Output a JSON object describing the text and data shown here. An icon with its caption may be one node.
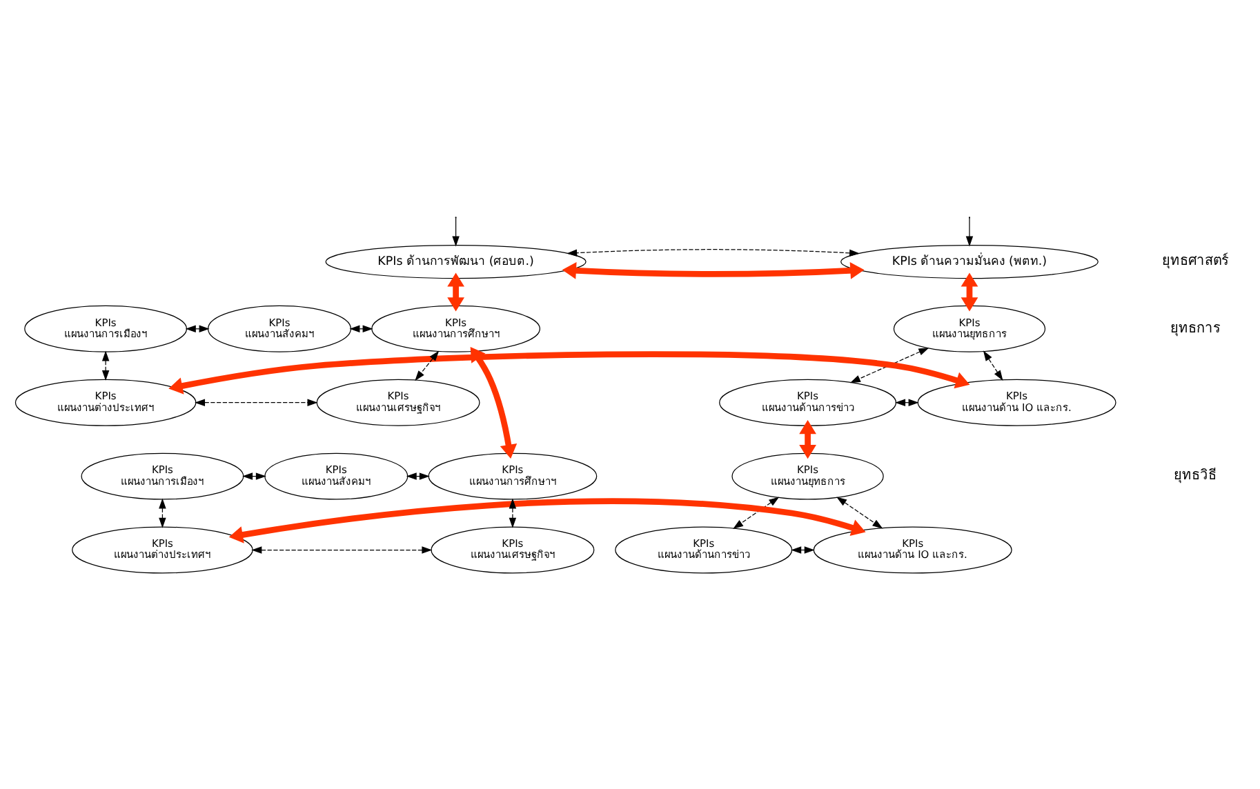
{
  "diagram": {
    "nodes": [
      {
        "text": [
          "KPIs ด้านความมั่นคง (พตท.)"
        ]
      },
      {
        "text": [
          "KPIs ด้านการพัฒนา (ศอบต.)"
        ]
      },
      {
        "text": [
          "KPIs",
          "แผนงานยุทธการ"
        ]
      },
      {
        "text": [
          "KPIs",
          "แผนงานด้านการข่าว"
        ]
      },
      {
        "text": [
          "KPIs",
          "แผนงานด้าน IO และกร."
        ]
      },
      {
        "text": [
          "KPIs",
          "แผนงานการเมืองฯ"
        ]
      },
      {
        "text": [
          "KPIs",
          "แผนงานสังคมฯ"
        ]
      },
      {
        "text": [
          "KPIs",
          "แผนงานการศึกษาฯ"
        ]
      },
      {
        "text": [
          "KPIs",
          "แผนงานต่างประเทศฯ"
        ]
      },
      {
        "text": [
          "KPIs",
          "แผนงานเศรษฐกิจฯ"
        ]
      },
      {
        "text": [
          "KPIs",
          "แผนงานยุทธการ"
        ]
      },
      {
        "text": [
          "KPIs",
          "แผนงานด้านการข่าว"
        ]
      },
      {
        "text": [
          "KPIs",
          "แผนงานด้าน IO และกร."
        ]
      },
      {
        "text": [
          "KPIs",
          "แผนงานการเมืองฯ"
        ]
      },
      {
        "text": [
          "KPIs",
          "แผนงานสังคมฯ"
        ]
      },
      {
        "text": [
          "KPIs",
          "แผนงานการศึกษาฯ"
        ]
      },
      {
        "text": [
          "KPIs",
          "แผนงานต่างประเทศฯ"
        ]
      },
      {
        "text": [
          "KPIs",
          "แผนงานเศรษฐกิจฯ"
        ]
      }
    ],
    "edges": [
      {
        "from": 0,
        "to": 1,
        "arrow": "both",
        "style": "thick",
        "color": "#ff3300"
      },
      {
        "from": 0,
        "to": 1,
        "arrow": "both",
        "style": "dashed"
      },
      {
        "from": null,
        "to": 0,
        "arrow": "to"
      },
      {
        "from": null,
        "to": 1,
        "arrow": "to"
      },
      {
        "from": 0,
        "to": 2,
        "arrow": "both",
        "style": "thick",
        "color": "#ff3300"
      },
      {
        "from": 1,
        "to": 7,
        "arrow": "both",
        "style": "thick",
        "color": "#ff3300"
      },
      {
        "from": 2,
        "to": 3,
        "arrow": "both",
        "style": "dashed"
      },
      {
        "from": 2,
        "to": 4,
        "arrow": "both",
        "style": "dashed"
      },
      {
        "from": 3,
        "to": 4,
        "arrow": "both",
        "style": "dashed"
      },
      {
        "from": 4,
        "to": 8,
        "arrow": "both",
        "style": "thick",
        "color": "#ff3300"
      },
      {
        "from": 5,
        "to": 6,
        "arrow": "both",
        "style": "dashed"
      },
      {
        "from": 6,
        "to": 7,
        "arrow": "both",
        "style": "dashed"
      },
      {
        "from": 5,
        "to": 8,
        "arrow": "both",
        "style": "dashed"
      },
      {
        "from": 8,
        "to": 9,
        "arrow": "both",
        "style": "dashed"
      },
      {
        "from": 7,
        "to": 9,
        "arrow": "both",
        "style": "dashed"
      },
      {
        "from": 3,
        "to": 10,
        "arrow": "both",
        "style": "thick",
        "color": "#ff3300"
      },
      {
        "from": 7,
        "to": 15,
        "arrow": "both",
        "style": "thick",
        "color": "#ff3300"
      },
      {
        "from": 10,
        "to": 11,
        "arrow": "both",
        "style": "dashed"
      },
      {
        "from": 10,
        "to": 12,
        "arrow": "both",
        "style": "dashed"
      },
      {
        "from": 11,
        "to": 12,
        "arrow": "both",
        "style": "dashed"
      },
      {
        "from": 12,
        "to": 16,
        "arrow": "both",
        "style": "thick",
        "color": "#ff3300"
      },
      {
        "from": 13,
        "to": 14,
        "arrow": "both",
        "style": "dashed"
      },
      {
        "from": 14,
        "to": 15,
        "arrow": "both",
        "style": "dashed"
      },
      {
        "from": 13,
        "to": 16,
        "arrow": "both",
        "style": "dashed"
      },
      {
        "from": 16,
        "to": 17,
        "arrow": "both",
        "style": "dashed"
      },
      {
        "from": 15,
        "to": 17,
        "arrow": "both",
        "style": "dashed"
      }
    ],
    "labels": [
      "ยุทธศาสตร์",
      "ยุทธการ",
      "ยุทธวิธี"
    ]
  }
}
